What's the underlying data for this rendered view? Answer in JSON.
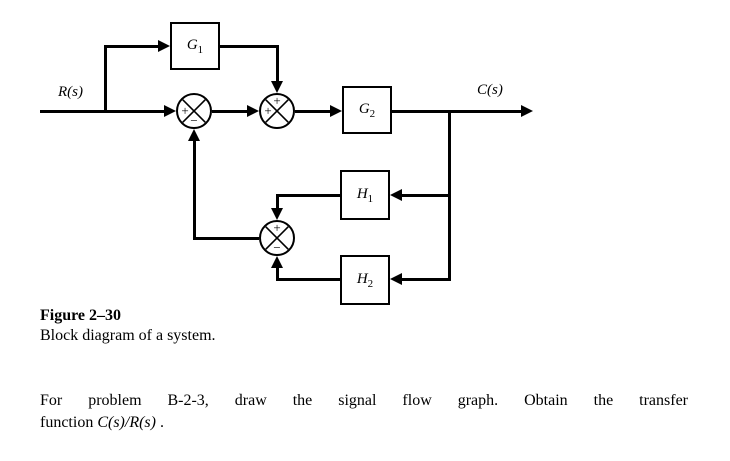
{
  "diagram": {
    "input_label": "R(s)",
    "output_label": "C(s)",
    "blocks": {
      "g1": {
        "base": "G",
        "sub": "1"
      },
      "g2": {
        "base": "G",
        "sub": "2"
      },
      "h1": {
        "base": "H",
        "sub": "1"
      },
      "h2": {
        "base": "H",
        "sub": "2"
      }
    },
    "summing_junctions": {
      "sj1": {
        "left_sign": "+",
        "bottom_sign": "−"
      },
      "sj2": {
        "left_sign": "+",
        "top_sign": "+"
      },
      "sj3": {
        "top_sign": "+",
        "bottom_sign": "−"
      }
    }
  },
  "caption": {
    "label": "Figure 2–30",
    "text": "Block diagram of a system."
  },
  "problem": {
    "line1": "For problem B-2-3, draw the signal flow graph.  Obtain the transfer",
    "line2_prefix": "function ",
    "line2_math": "C(s)/R(s)",
    "line2_suffix": " ."
  },
  "colors": {
    "line": "#000000",
    "background": "#ffffff"
  }
}
